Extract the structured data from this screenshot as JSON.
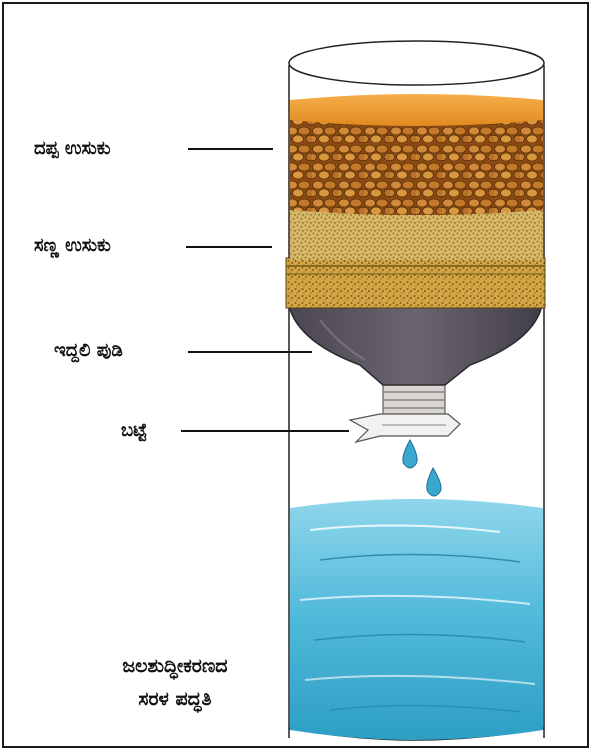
{
  "labels": {
    "coarse_sand": "ದಪ್ಪ ಉಸುಕು",
    "fine_sand": "ಸಣ್ಣ ಉಸುಕು",
    "charcoal": "ಇದ್ದಲಿ ಪುಡಿ",
    "cloth": "ಬಟ್ಟೆ"
  },
  "caption": {
    "line1": "ಜಲಶುದ್ಧೀಕರಣದ",
    "line2": "ಸರಳ ಪದ್ಧತಿ"
  },
  "colors": {
    "water": "#5cc4de",
    "water_dark": "#2f9cc0",
    "charcoal": "#55505c",
    "fine_sand": "#c9a34e",
    "coarse_sand": "#b86a1e",
    "top_liquid": "#f2a032"
  }
}
